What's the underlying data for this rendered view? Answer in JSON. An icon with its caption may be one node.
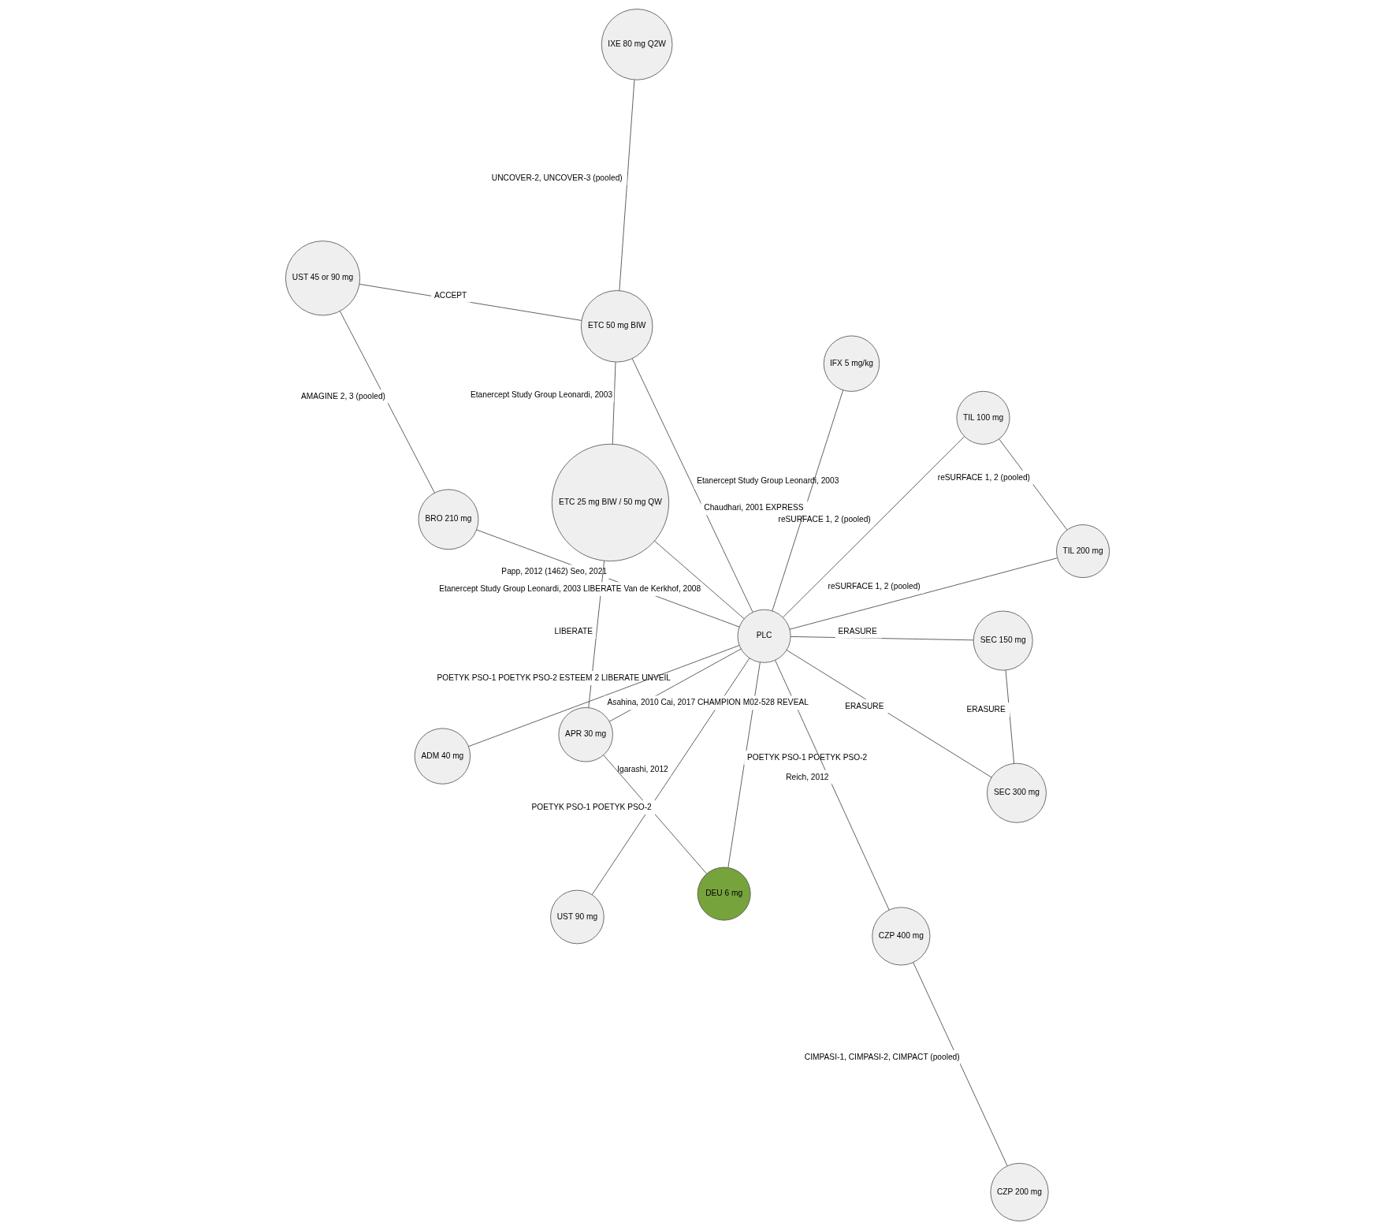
{
  "diagram": {
    "nodes": [
      {
        "text": [
          "IXE 80 mg Q2W"
        ]
      },
      {
        "text": [
          "UST 45 or 90 mg"
        ]
      },
      {
        "text": [
          "ETC 50 mg BIW"
        ]
      },
      {
        "text": [
          "BRO 210 mg"
        ]
      },
      {
        "text": [
          "ETC 25 mg BIW / 50 mg QW"
        ]
      },
      {
        "text": [
          "UST 90 mg"
        ]
      },
      {
        "text": [
          "SEC 150 mg"
        ]
      },
      {
        "text": [
          "APR 30 mg"
        ]
      },
      {
        "text": [
          "PLC"
        ]
      },
      {
        "text": [
          "SEC 300 mg"
        ]
      },
      {
        "text": [
          "DEU 6 mg"
        ]
      },
      {
        "text": [
          "TIL 100 mg"
        ]
      },
      {
        "text": [
          "CZP 400 mg"
        ]
      },
      {
        "text": [
          "TIL 200 mg"
        ]
      },
      {
        "text": [
          "CZP 200 mg"
        ]
      },
      {
        "text": [
          "ADM 40 mg"
        ]
      },
      {
        "text": [
          "IFX 5 mg/kg"
        ]
      }
    ],
    "edges": [
      {
        "from": 0,
        "to": 2,
        "arrow": "none",
        "label": "UNCOVER-2, UNCOVER-3 (pooled)"
      },
      {
        "from": 2,
        "to": 1,
        "arrow": "none",
        "label": "ACCEPT"
      },
      {
        "from": 1,
        "to": 3,
        "arrow": "none",
        "label": "AMAGINE 2, 3 (pooled)"
      },
      {
        "from": 2,
        "to": 4,
        "arrow": "none",
        "label": "Etanercept Study Group Leonardi, 2003"
      },
      {
        "from": 2,
        "to": 8,
        "arrow": "none",
        "label": "Etanercept Study Group Leonardi, 2003"
      },
      {
        "from": 3,
        "to": 8,
        "arrow": "none",
        "label": "Papp, 2012 (1462) Seo, 2021"
      },
      {
        "from": 4,
        "to": 7,
        "arrow": "none",
        "label": "LIBERATE"
      },
      {
        "from": 4,
        "to": 8,
        "arrow": "none",
        "label": "Etanercept Study Group Leonardi, 2003 LIBERATE Van de Kerkhof, 2008"
      },
      {
        "from": 5,
        "to": 8,
        "arrow": "none",
        "label": "Igarashi, 2012"
      },
      {
        "from": 6,
        "to": 8,
        "arrow": "none",
        "label": "ERASURE"
      },
      {
        "from": 6,
        "to": 9,
        "arrow": "none",
        "label": "ERASURE"
      },
      {
        "from": 7,
        "to": 8,
        "arrow": "none",
        "label": "POETYK PSO-1 POETYK PSO-2 ESTEEM 2 LIBERATE UNVEIL"
      },
      {
        "from": 7,
        "to": 10,
        "arrow": "none",
        "label": "POETYK PSO-1 POETYK PSO-2"
      },
      {
        "from": 9,
        "to": 8,
        "arrow": "none",
        "label": "ERASURE"
      },
      {
        "from": 10,
        "to": 8,
        "arrow": "none",
        "label": "POETYK PSO-1 POETYK PSO-2"
      },
      {
        "from": 12,
        "to": 8,
        "arrow": "none",
        "label": "Reich, 2012"
      },
      {
        "from": 11,
        "to": 8,
        "arrow": "none",
        "label": "reSURFACE 1, 2 (pooled)"
      },
      {
        "from": 13,
        "to": 8,
        "arrow": "none",
        "label": "reSURFACE 1, 2 (pooled)"
      },
      {
        "from": 11,
        "to": 13,
        "arrow": "none",
        "label": "reSURFACE 1, 2 (pooled)"
      },
      {
        "from": 12,
        "to": 14,
        "arrow": "none",
        "label": "CIMPASI-1, CIMPASI-2, CIMPACT (pooled)"
      },
      {
        "from": 15,
        "to": 8,
        "arrow": "none",
        "label": "Asahina, 2010 Cai, 2017 CHAMPION M02-528 REVEAL"
      },
      {
        "from": 16,
        "to": 8,
        "arrow": "none",
        "label": "Chaudhari, 2001 EXPRESS"
      }
    ]
  }
}
